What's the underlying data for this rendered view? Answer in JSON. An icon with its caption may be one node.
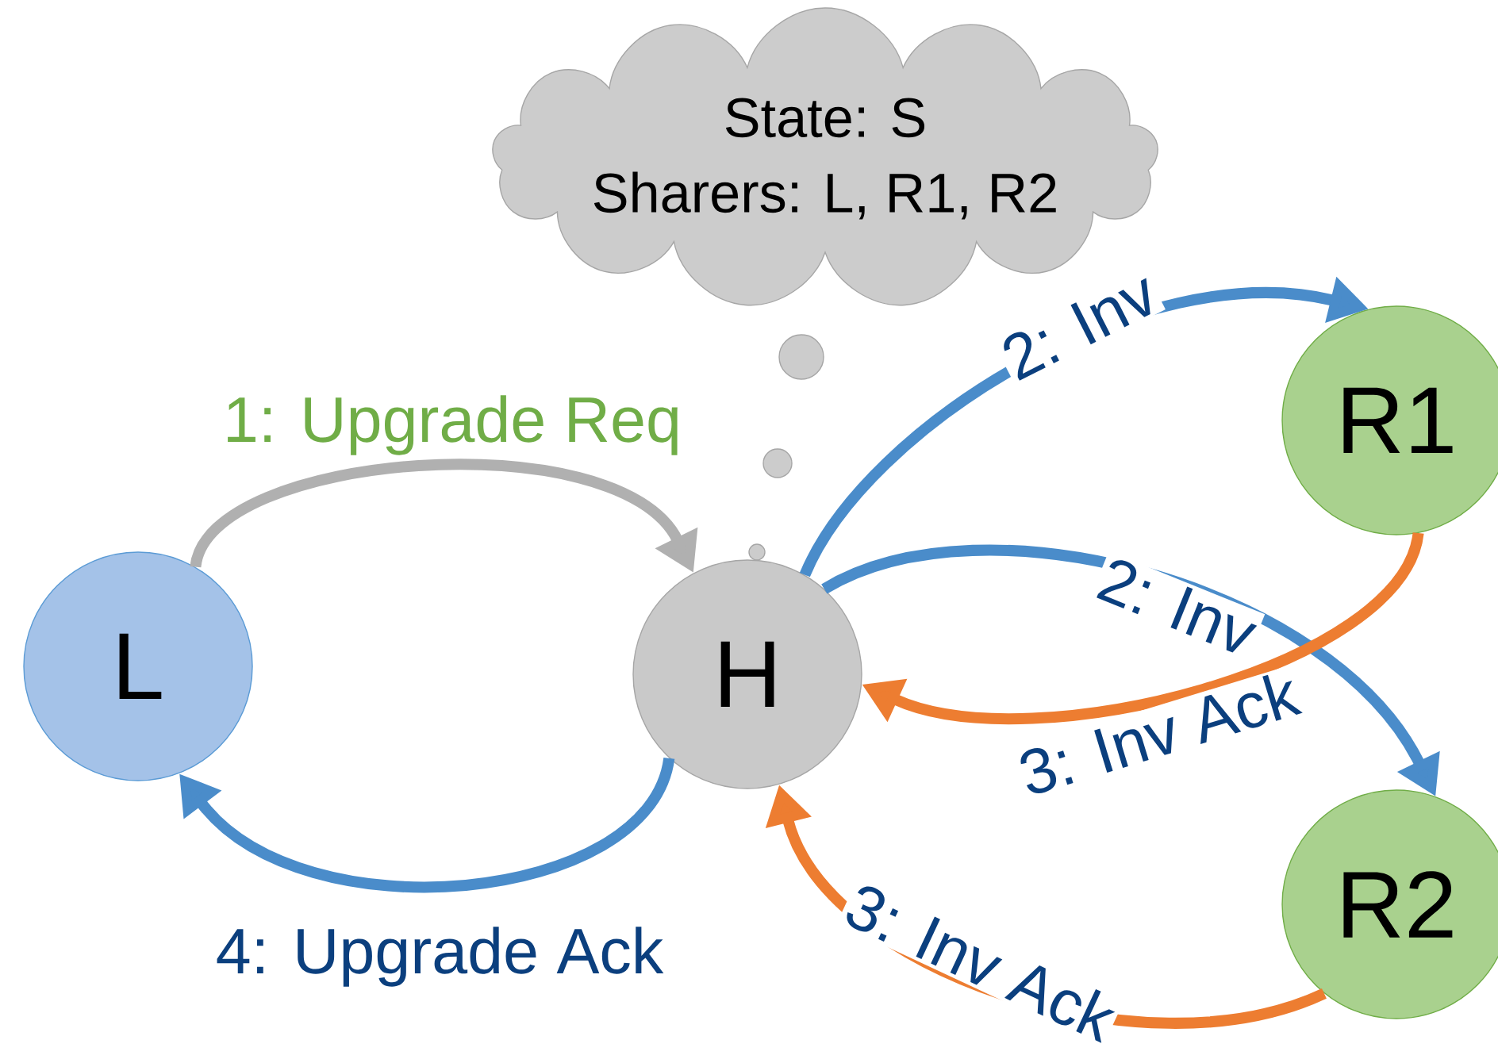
{
  "diagram": {
    "nodes": [
      {
        "text": [
          "State: S",
          "Sharers: L, R1, R2"
        ]
      },
      {
        "text": [
          "L"
        ]
      },
      {
        "text": [
          "H"
        ]
      },
      {
        "text": [
          "R1"
        ]
      },
      {
        "text": [
          "R2"
        ]
      }
    ],
    "edges": [
      {
        "from": 1,
        "to": 2,
        "arrow": "to",
        "label": "1: Upgrade Req",
        "color": "#b0b0b0"
      },
      {
        "from": 2,
        "to": 3,
        "arrow": "to",
        "label": "2: Inv"
      },
      {
        "from": 2,
        "to": 4,
        "arrow": "to",
        "label": "2: Inv"
      },
      {
        "from": 3,
        "to": 2,
        "arrow": "to",
        "label": "3: Inv Ack",
        "color": "#ed7d31"
      },
      {
        "from": 4,
        "to": 2,
        "arrow": "to",
        "label": "3: Inv Ack",
        "color": "#ed7d31"
      },
      {
        "from": 2,
        "to": 1,
        "arrow": "to",
        "label": "4: Upgrade Ack"
      }
    ]
  }
}
